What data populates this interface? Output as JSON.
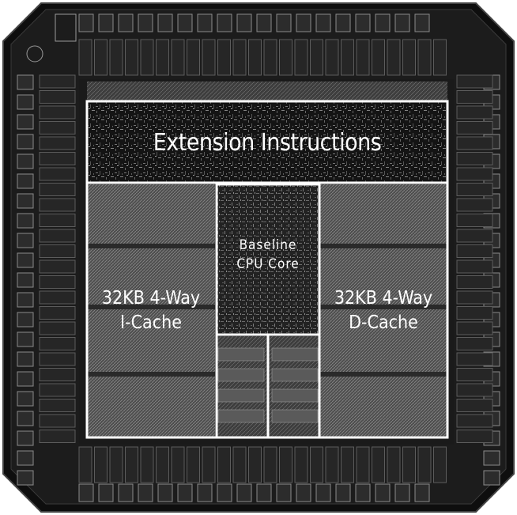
{
  "die": {
    "title": "Extension Instructions",
    "blocks": {
      "extension": {
        "label": "Extension Instructions"
      },
      "core": {
        "line1": "Baseline",
        "line2": "CPU Core"
      },
      "icache": {
        "line1": "32KB 4-Way",
        "line2": "I-Cache"
      },
      "dcache": {
        "line1": "32KB 4-Way",
        "line2": "D-Cache"
      }
    },
    "colors": {
      "background": "#1c1c1c",
      "pad_ring": "#2a2a2a",
      "outline": "#ffffff",
      "cache_fill": "#555555"
    }
  }
}
